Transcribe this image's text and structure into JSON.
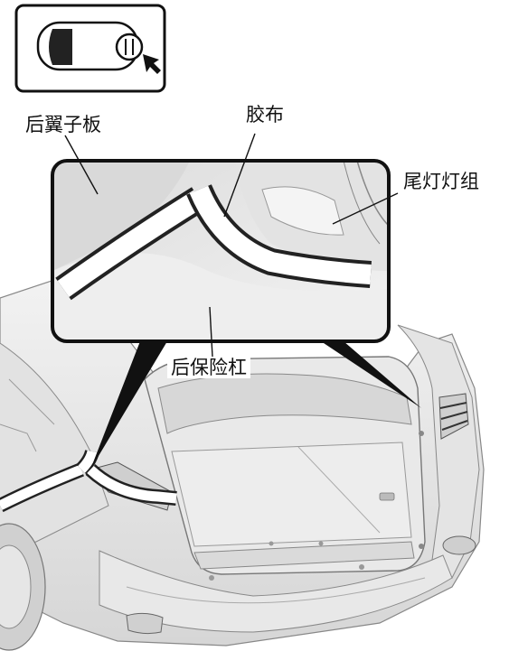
{
  "labels": {
    "rear_fender": "后翼子板",
    "tape": "胶布",
    "tail_light": "尾灯灯组",
    "rear_bumper": "后保险杠"
  },
  "icons": {
    "locator": "vehicle-top-view-rear-pointer-icon"
  },
  "colors": {
    "line": "#111111",
    "body_light": "#e9e9e9",
    "body_mid": "#cfcfcf",
    "tape_edge": "#222222",
    "tape_fill": "#ffffff"
  }
}
